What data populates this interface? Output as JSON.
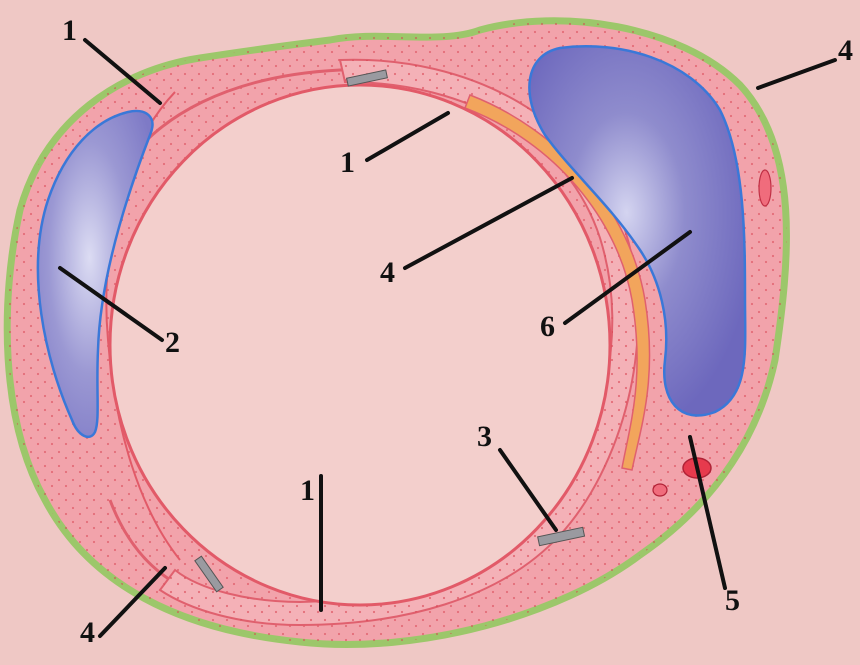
{
  "diagram": {
    "labels": {
      "l1a": "1",
      "l1b": "1",
      "l1c": "1",
      "l2": "2",
      "l3": "3",
      "l4a": "4",
      "l4b": "4",
      "l4c": "4",
      "l5": "5",
      "l6": "6"
    },
    "colors": {
      "background": "#efc8c5",
      "adventitia": "#9cc76a",
      "tissue": "#f2a3ab",
      "tissue_dark": "#e0606e",
      "lumen": "#f3cfcc",
      "cartilage_fill": "#8a86c9",
      "cartilage_light": "#c6c6ea",
      "cartilage_outline": "#3a78d8",
      "muscle": "#f2a55c",
      "leader": "#111111"
    }
  }
}
